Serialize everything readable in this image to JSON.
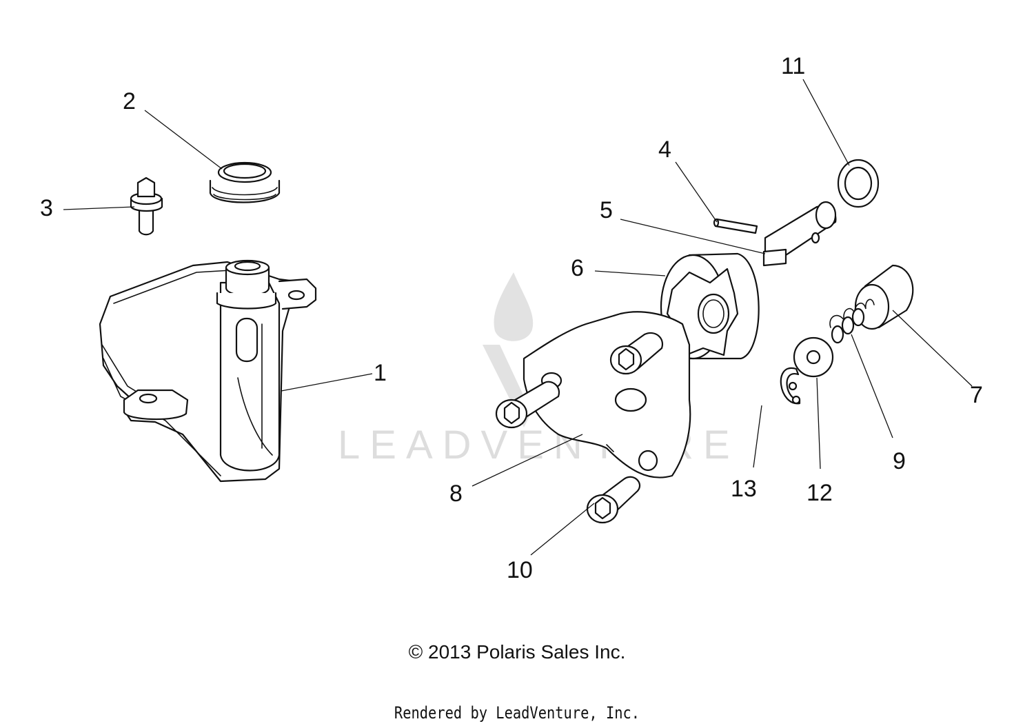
{
  "diagram": {
    "watermark": "LEADVENTURE",
    "callouts": [
      "1",
      "2",
      "3",
      "4",
      "5",
      "6",
      "7",
      "8",
      "9",
      "10",
      "11",
      "12",
      "13"
    ],
    "copyright": "© 2013 Polaris Sales Inc.",
    "rendered_by": "Rendered by LeadVenture, Inc."
  }
}
